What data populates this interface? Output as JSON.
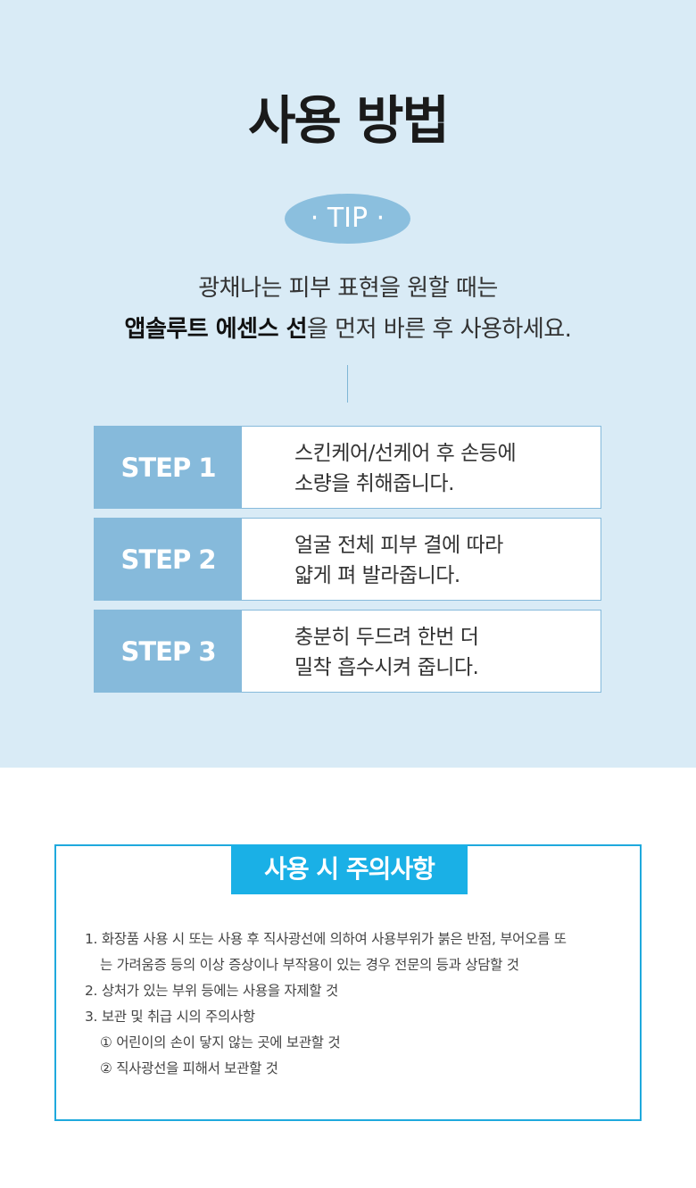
{
  "header": {
    "title": "사용 방법",
    "tip_label": "· TIP ·"
  },
  "intro": {
    "line1": "광채나는 피부 표현을 원할 때는",
    "line2_strong": "앱솔루트 에센스 선",
    "line2_rest": "을 먼저 바른 후 사용하세요."
  },
  "steps": [
    {
      "label": "STEP 1",
      "line1": "스킨케어/선케어 후 손등에",
      "line2": "소량을 취해줍니다."
    },
    {
      "label": "STEP 2",
      "line1": "얼굴 전체 피부 결에 따라",
      "line2": "얇게 펴 발라줍니다."
    },
    {
      "label": "STEP 3",
      "line1": "충분히 두드려 한번 더",
      "line2": "밀착 흡수시켜 줍니다."
    }
  ],
  "caution": {
    "title": "사용 시 주의사항",
    "items": [
      "1. 화장품 사용 시 또는 사용 후 직사광선에 의하여 사용부위가 붉은 반점, 부어오름 또",
      "는 가려움증 등의 이상 증상이나 부작용이 있는 경우 전문의 등과 상담할 것",
      "2. 상처가 있는 부위 등에는 사용을 자제할 것",
      "3. 보관 및 취급 시의 주의사항",
      "① 어린이의 손이 닿지 않는 곳에 보관할 것",
      "② 직사광선을 피해서 보관할 것"
    ]
  },
  "colors": {
    "panel_bg": "#d9ebf6",
    "step_accent": "#86badb",
    "caution_accent": "#1ab0e6"
  }
}
